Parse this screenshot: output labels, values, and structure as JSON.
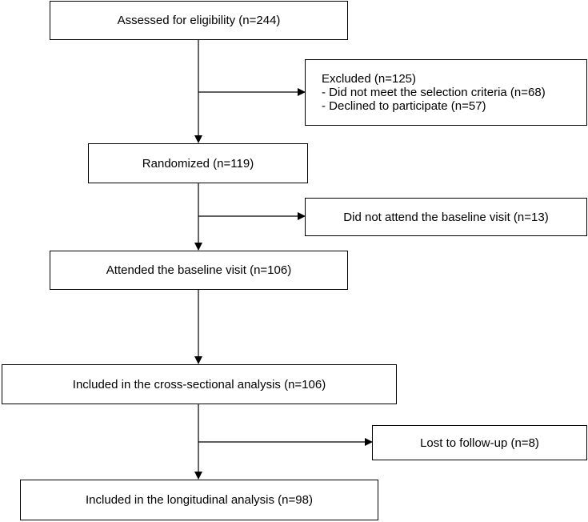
{
  "flowchart": {
    "assessed": "Assessed for eligibility (n=244)",
    "excluded": {
      "title": "Excluded (n=125)",
      "reason_1": "- Did not meet the selection criteria (n=68)",
      "reason_2": "- Declined to participate (n=57)"
    },
    "randomized": "Randomized (n=119)",
    "no_baseline": "Did not attend the baseline visit (n=13)",
    "baseline": "Attended the baseline visit (n=106)",
    "cross_sectional": "Included in the cross-sectional analysis (n=106)",
    "lost_followup": "Lost to follow-up (n=8)",
    "longitudinal": "Included in the longitudinal analysis (n=98)"
  },
  "colors": {
    "line": "#000000",
    "box_border": "#000000",
    "background": "#ffffff"
  }
}
